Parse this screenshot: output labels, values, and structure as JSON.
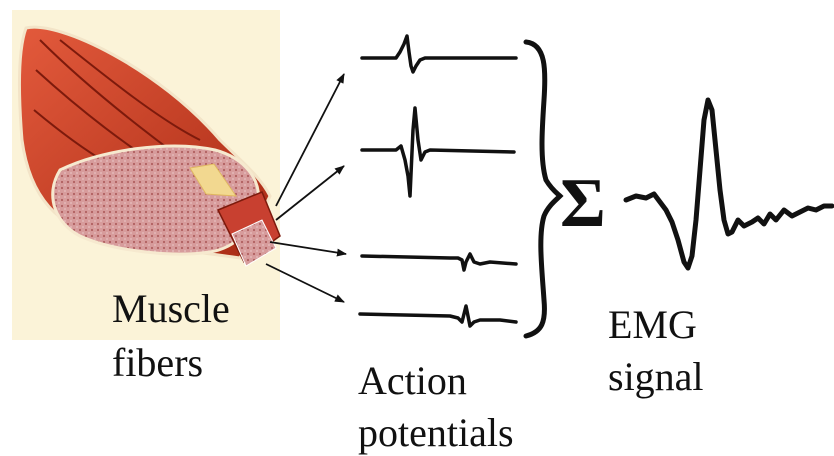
{
  "labels": {
    "muscle_line1": "Muscle",
    "muscle_line2": "fibers",
    "action_line1": "Action",
    "action_line2": "potentials",
    "emg_line1": "EMG",
    "emg_line2": "signal",
    "sum_symbol": "Σ"
  },
  "colors": {
    "background_panel": "#fbf3d8",
    "muscle_red": "#c83a20",
    "muscle_dark": "#8c1e10",
    "cross_section": "#d9a0a0",
    "tendon": "#f2d890",
    "stroke": "#111111"
  }
}
